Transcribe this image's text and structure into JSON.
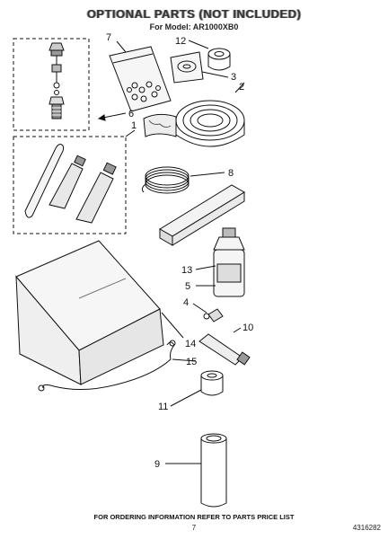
{
  "header": {
    "title": "OPTIONAL PARTS (NOT INCLUDED)",
    "subtitle": "For Model: AR1000XB0"
  },
  "footer": {
    "ordering_note": "FOR ORDERING INFORMATION REFER TO PARTS PRICE LIST",
    "page_number": "7",
    "document_number": "4316282"
  },
  "callouts": {
    "n1": "1",
    "n2": "2",
    "n3": "3",
    "n4": "4",
    "n5": "5",
    "n6": "6",
    "n7": "7",
    "n8": "8",
    "n9": "9",
    "n10": "10",
    "n11": "11",
    "n12": "12",
    "n13": "13",
    "n14": "14",
    "n15": "15"
  }
}
